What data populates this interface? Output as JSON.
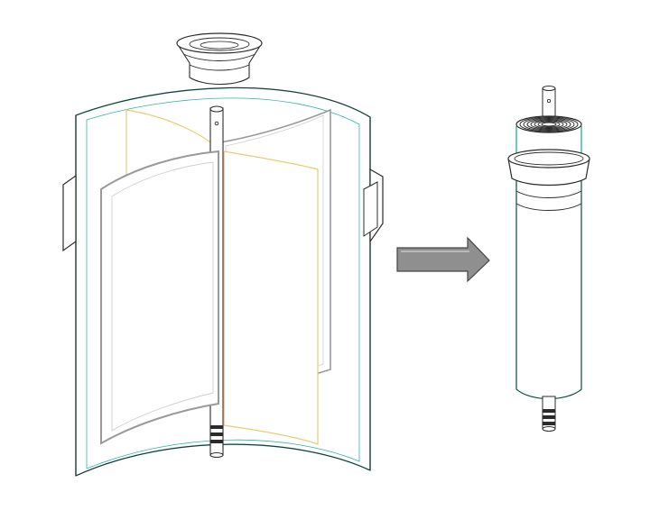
{
  "diagram": {
    "colors": {
      "outline": "#2b2b2b",
      "shell_edge": "#2fb5a8",
      "membrane_edge": "#e3cf74",
      "membrane_fill": "#ffffff",
      "grey_wrap": "#9a9a9a",
      "arrow_fill": "#8f8f8f",
      "arrow_stroke": "#444444",
      "background": "#ffffff"
    },
    "components": [
      {
        "name": "pressure-vessel-shell",
        "view": "cutaway"
      },
      {
        "name": "feed-cap",
        "view": "top"
      },
      {
        "name": "central-permeate-tube",
        "view": "cutaway"
      },
      {
        "name": "membrane-leaf",
        "count": 3
      },
      {
        "name": "spiral-wound-element",
        "view": "assembled"
      },
      {
        "name": "brine-seal-ring",
        "view": "assembled"
      }
    ],
    "arrow": {
      "direction": "right",
      "icon": "right-arrow-icon"
    }
  }
}
